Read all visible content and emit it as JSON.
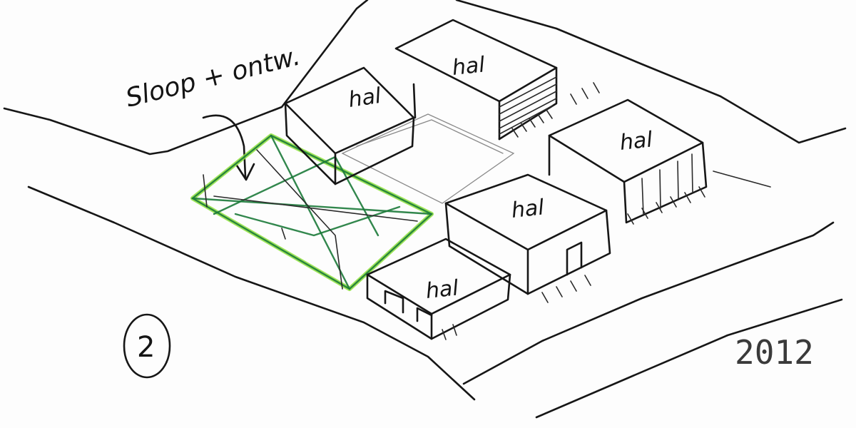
{
  "annotation": "Sloop + ontw.",
  "building_label": "hal",
  "number_label": "2",
  "year_label": "2012",
  "colors": {
    "ink": "#161616",
    "highlight_green": "#8ee03c",
    "dark_green": "#1c7a3a",
    "paper": "#fdfdfd"
  }
}
